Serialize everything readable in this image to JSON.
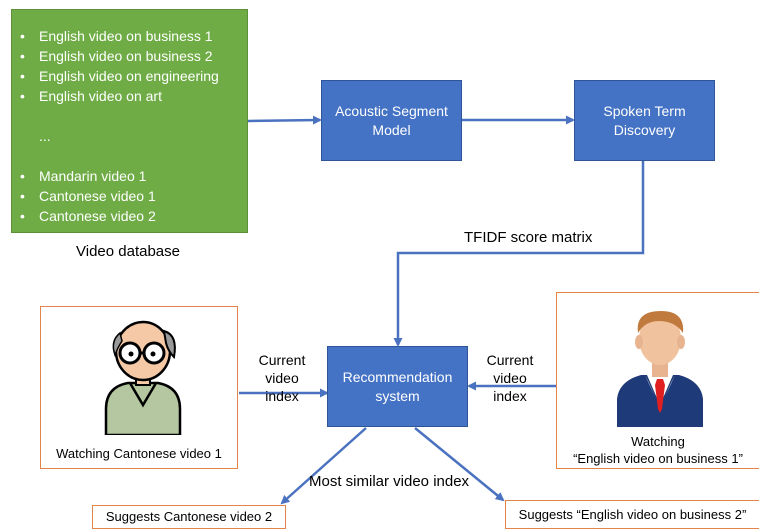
{
  "database": {
    "items": [
      "English video on business 1",
      "English video on business 2",
      "English video on engineering",
      "English video on art",
      "",
      "...",
      "",
      "Mandarin video 1",
      "Cantonese video 1",
      "Cantonese video 2"
    ],
    "bulleted": [
      true,
      true,
      true,
      true,
      false,
      false,
      false,
      true,
      true,
      true
    ],
    "label": "Video database"
  },
  "nodes": {
    "asm": [
      "Acoustic Segment",
      "Model"
    ],
    "std": [
      "Spoken Term",
      "Discovery"
    ],
    "rec": [
      "Recommendation",
      "system"
    ]
  },
  "edges": {
    "tfidf": "TFIDF score matrix",
    "current_left": [
      "Current",
      "video",
      "index"
    ],
    "current_right": [
      "Current",
      "video",
      "index"
    ],
    "similar": "Most similar video index"
  },
  "users": {
    "left_caption": "Watching Cantonese video 1",
    "right_caption": [
      "Watching",
      "“English video on business 1”"
    ]
  },
  "suggestions": {
    "left": "Suggests Cantonese video 2",
    "right": "Suggests “English video on business 2”"
  },
  "colors": {
    "green": "#6fac46",
    "blue": "#4472c4",
    "arrow": "#4a72c0",
    "orange_border": "#e3844a"
  }
}
